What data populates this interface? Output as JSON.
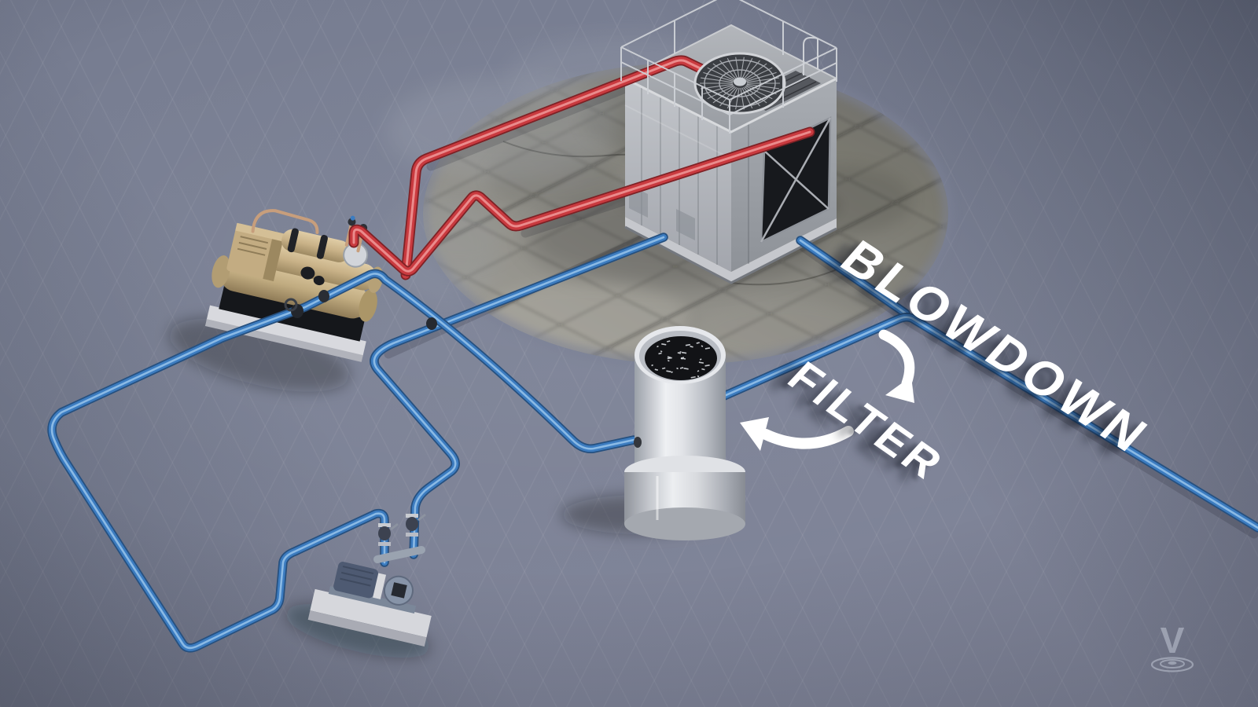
{
  "labels": {
    "blowdown": "BLOWDOWN",
    "filter": "FILTER"
  },
  "watermark": {
    "letter": "V"
  },
  "colors": {
    "floor": "#7b8195",
    "concrete_pad": "#8b8a84",
    "hot_water_pipe": "#c93a3f",
    "cold_water_pipe": "#3c7cc0",
    "label_text": "#ffffff",
    "arrow": "#ffffff",
    "chiller_body": "#c6af85",
    "tower_metal": "#b2b5ba",
    "tower_louver": "#17191d",
    "filter_vessel": "#d5d7db",
    "pump_motor": "#4e5a72",
    "watermark": "#c9cfdc"
  }
}
